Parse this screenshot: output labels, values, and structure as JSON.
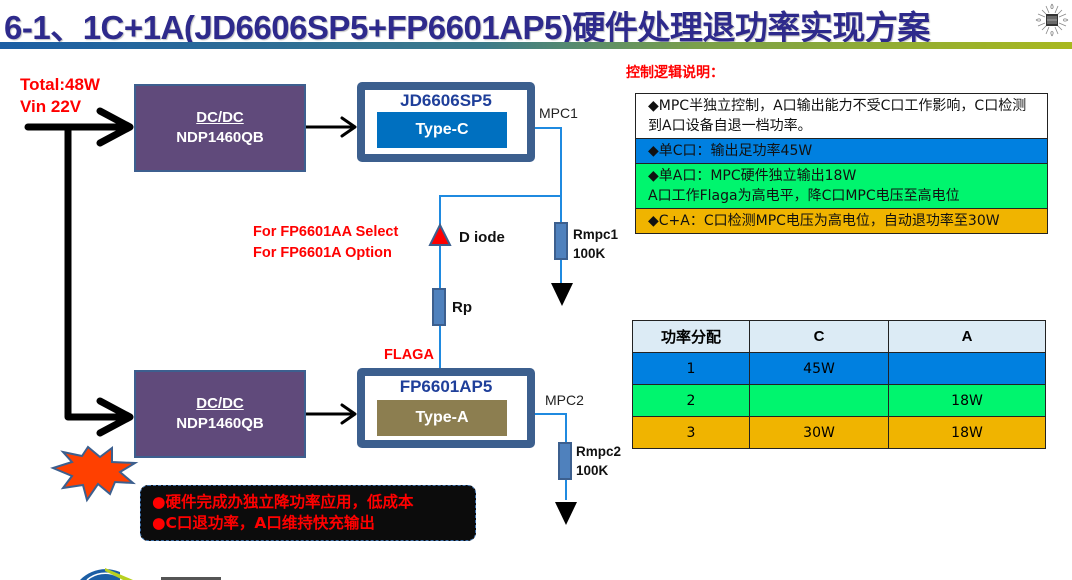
{
  "title": "6-1、1C+1A(JD6606SP5+FP6601AP5)硬件处理退功率实现方案",
  "colors": {
    "title": "#2e2a8c",
    "dcdc_fill": "#604a7b",
    "chip_border": "#3c5f8e",
    "type_c_fill": "#0070c0",
    "type_a_fill": "#8c7e50",
    "wire": "#1f8ae0",
    "row_blue": "#0080e0",
    "row_green": "#00f56e",
    "row_orange": "#f0b400",
    "accent_red": "#ff0000"
  },
  "input": {
    "total": "Total:48W",
    "vin": "Vin  22V"
  },
  "dcdc_top": {
    "title": "DC/DC",
    "part": "NDP1460QB"
  },
  "dcdc_bottom": {
    "title": "DC/DC",
    "part": "NDP1460QB"
  },
  "chip_c": {
    "name": "JD6606SP5",
    "port": "Type-C",
    "pin": "MPC1"
  },
  "chip_a": {
    "name": "FP6601AP5",
    "port": "Type-A",
    "pin": "MPC2"
  },
  "circuit": {
    "diode_label": "D iode",
    "note_line1": "For  FP6601AA  Select",
    "note_line2": "For  FP6601A  Option",
    "rp_label": "Rp",
    "flaga_label": "FLAGA",
    "rmpc1_name": "Rmpc1",
    "rmpc1_value": "100K",
    "rmpc2_name": "Rmpc2",
    "rmpc2_value": "100K"
  },
  "logic": {
    "title": "控制逻辑说明：",
    "rows": [
      {
        "text": "◆MPC半独立控制，A口输出能力不受C口工作影响，C口检测到A口设备自退一档功率。",
        "color": "#ffffff"
      },
      {
        "text": "◆单C口：输出足功率45W",
        "color": "#0080e0"
      },
      {
        "text": "◆单A口：MPC硬件独立输出18W\nA口工作Flaga为高电平，降C口MPC电压至高电位",
        "color": "#00f56e"
      },
      {
        "text": "◆C+A：C口检测MPC电压为高电位，自动退功率至30W",
        "color": "#f0b400"
      }
    ]
  },
  "allocation_table": {
    "headers": [
      "功率分配",
      "C",
      "A"
    ],
    "rows": [
      {
        "cells": [
          "1",
          "45W",
          ""
        ],
        "color": "#0080e0"
      },
      {
        "cells": [
          "2",
          "",
          "18W"
        ],
        "color": "#00f56e"
      },
      {
        "cells": [
          "3",
          "30W",
          "18W"
        ],
        "color": "#f0b400"
      }
    ]
  },
  "notes": {
    "line1": "●硬件完成办独立降功率应用，低成本",
    "line2": "●C口退功率，A口维持快充输出"
  }
}
